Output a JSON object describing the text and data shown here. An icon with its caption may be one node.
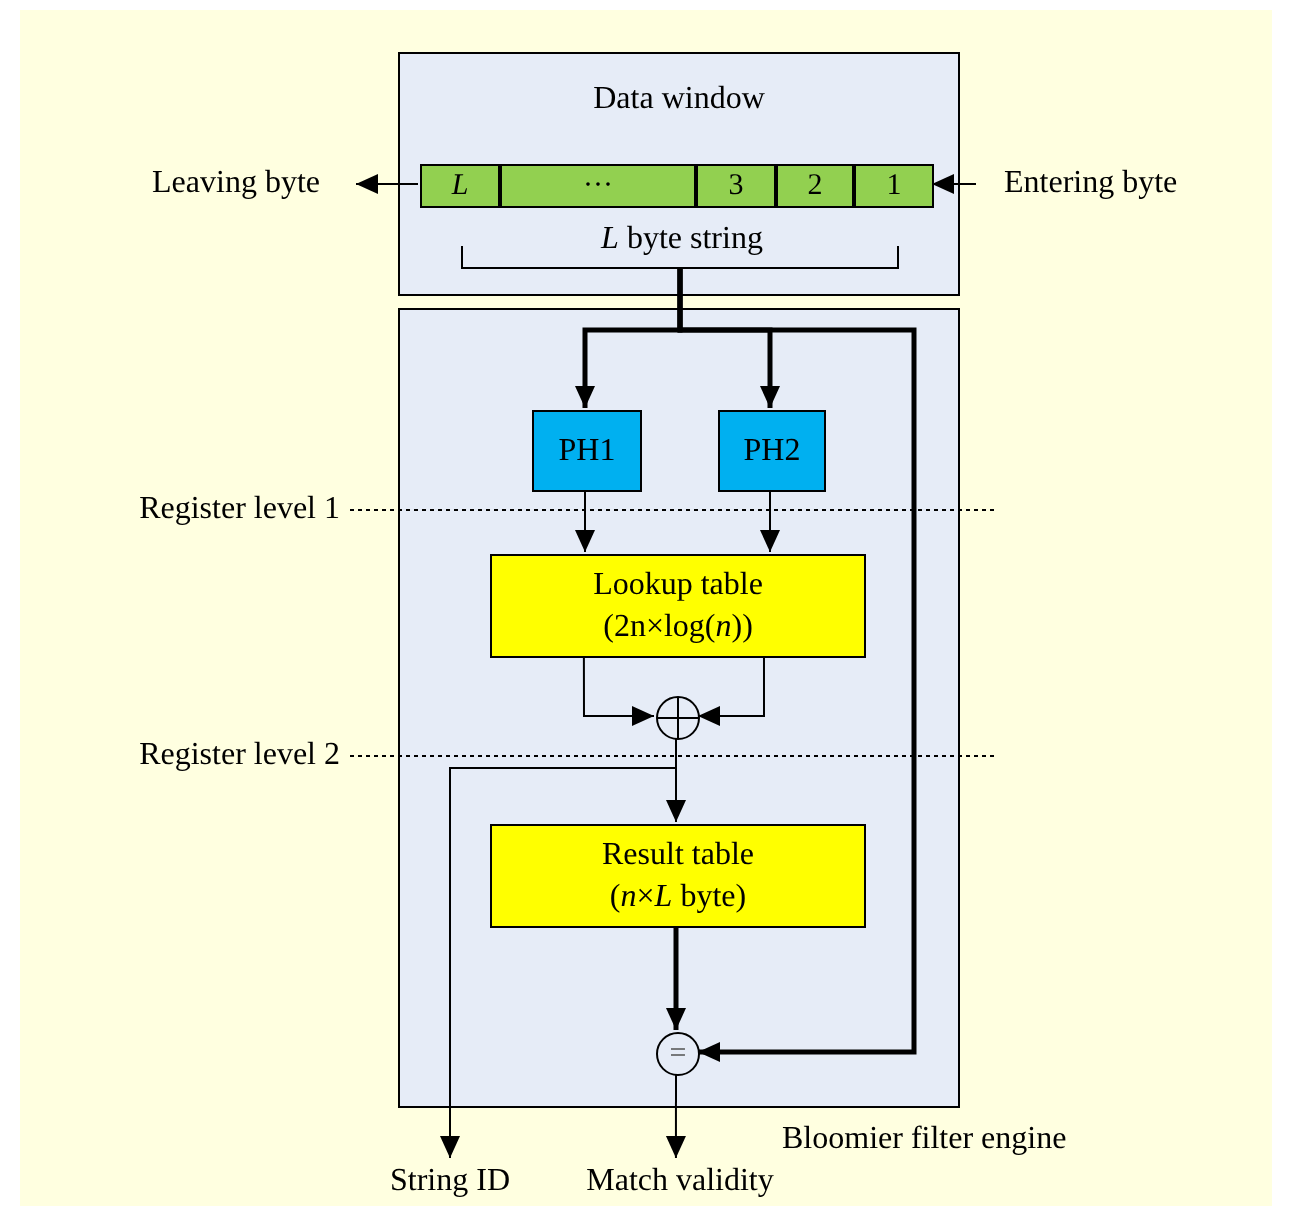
{
  "diagram": {
    "nodes": [
      {
        "text": [
          "Data window"
        ]
      },
      {
        "text": [
          "L"
        ],
        "in": 0
      },
      {
        "text": [
          "···"
        ],
        "in": 0
      },
      {
        "text": [
          "3"
        ],
        "in": 0
      },
      {
        "text": [
          "2"
        ],
        "in": 0
      },
      {
        "text": [
          "1"
        ],
        "in": 0
      },
      {
        "text": [
          "Leaving byte"
        ]
      },
      {
        "text": [
          "Entering byte"
        ]
      },
      {
        "text": [
          "*L* byte string"
        ],
        "in": 0
      },
      {
        "text": [
          "Bloomier filter engine"
        ]
      },
      {
        "text": [
          "PH1"
        ],
        "in": 9
      },
      {
        "text": [
          "PH2"
        ],
        "in": 9
      },
      {
        "text": [
          "Lookup table",
          "(2n×log(*n*))"
        ],
        "in": 9
      },
      {
        "text": [],
        "shape": "circle",
        "in": 9
      },
      {
        "text": [
          "Result table",
          "(*n*×*L* byte)"
        ],
        "in": 9
      },
      {
        "text": [
          "="
        ],
        "in": 9
      },
      {
        "text": [
          "String ID"
        ]
      },
      {
        "text": [
          "Match validity"
        ]
      }
    ],
    "edges": [
      {
        "from": 1,
        "to": 6,
        "arrow": "to"
      },
      {
        "from": 7,
        "to": 5,
        "arrow": "to"
      },
      {
        "from": 8,
        "to": 10,
        "arrow": "to",
        "style": "thick"
      },
      {
        "from": 8,
        "to": 11,
        "arrow": "to",
        "style": "thick"
      },
      {
        "from": 8,
        "to": 15,
        "arrow": "to",
        "style": "thick"
      },
      {
        "from": 10,
        "to": 12,
        "arrow": "to"
      },
      {
        "from": 11,
        "to": 12,
        "arrow": "to"
      },
      {
        "from": 12,
        "to": 13,
        "arrow": "to"
      },
      {
        "from": 12,
        "to": 13,
        "arrow": "to"
      },
      {
        "from": 13,
        "to": 14,
        "arrow": "to"
      },
      {
        "from": 13,
        "to": 16,
        "arrow": "to"
      },
      {
        "from": 14,
        "to": 15,
        "arrow": "to",
        "style": "thick"
      },
      {
        "from": 15,
        "to": 17,
        "arrow": "to"
      }
    ],
    "labels": [
      "Register level 1",
      "Register level 2"
    ]
  }
}
